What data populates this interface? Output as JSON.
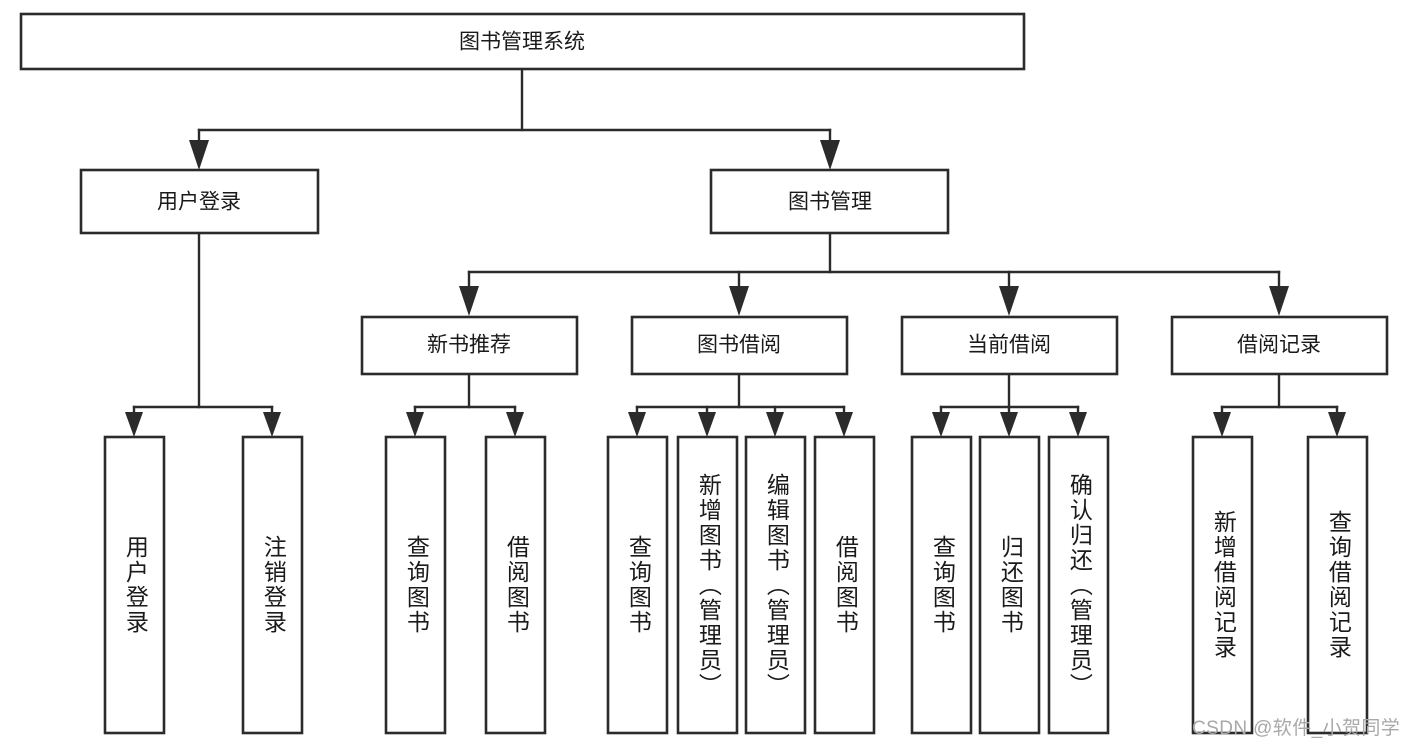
{
  "diagram": {
    "title": "图书管理系统",
    "type": "tree-hierarchy",
    "watermark": "CSDN @软件_小贺同学",
    "colors": {
      "stroke": "#2b2b2b",
      "fill": "#ffffff",
      "text": "#1a1a1a",
      "watermark": "#a8a8a8"
    },
    "root": {
      "label": "图书管理系统"
    },
    "level2": [
      {
        "label": "用户登录"
      },
      {
        "label": "图书管理"
      }
    ],
    "level3": [
      {
        "label": "新书推荐"
      },
      {
        "label": "图书借阅"
      },
      {
        "label": "当前借阅"
      },
      {
        "label": "借阅记录"
      }
    ],
    "leaves": {
      "user_login": [
        {
          "label": "用户登录"
        },
        {
          "label": "注销登录"
        }
      ],
      "new_book_recommend": [
        {
          "label": "查询图书"
        },
        {
          "label": "借阅图书"
        }
      ],
      "book_borrow": [
        {
          "label": "查询图书"
        },
        {
          "label": "新增图书（管理员）"
        },
        {
          "label": "编辑图书（管理员）"
        },
        {
          "label": "借阅图书"
        }
      ],
      "current_borrow": [
        {
          "label": "查询图书"
        },
        {
          "label": "归还图书"
        },
        {
          "label": "确认归还（管理员）"
        }
      ],
      "borrow_record": [
        {
          "label": "新增借阅记录"
        },
        {
          "label": "查询借阅记录"
        }
      ]
    }
  }
}
